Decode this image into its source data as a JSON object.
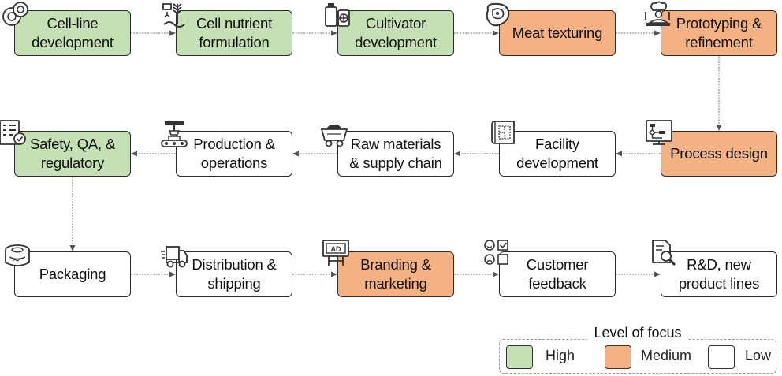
{
  "colors": {
    "high": "#c5e0b4",
    "medium": "#f4b183",
    "low": "#ffffff",
    "stroke": "#2b2b2b",
    "arrow": "#707070"
  },
  "steps": [
    {
      "id": "cell-line-development",
      "label": "Cell-line\ndevelopment",
      "focus": "high",
      "icon": "cells-icon"
    },
    {
      "id": "cell-nutrient-formulation",
      "label": "Cell nutrient\nformulation",
      "focus": "high",
      "icon": "plant-nutrient-icon"
    },
    {
      "id": "cultivator-development",
      "label": "Cultivator\ndevelopment",
      "focus": "high",
      "icon": "bioreactor-icon"
    },
    {
      "id": "meat-texturing",
      "label": "Meat texturing",
      "focus": "medium",
      "icon": "steak-icon"
    },
    {
      "id": "prototyping-refinement",
      "label": "Prototyping &\nrefinement",
      "focus": "medium",
      "icon": "chef-icon"
    },
    {
      "id": "process-design",
      "label": "Process design",
      "focus": "medium",
      "icon": "flowchart-board-icon"
    },
    {
      "id": "facility-development",
      "label": "Facility\ndevelopment",
      "focus": "low",
      "icon": "blueprint-icon"
    },
    {
      "id": "raw-materials-supply-chain",
      "label": "Raw materials\n& supply chain",
      "focus": "low",
      "icon": "mine-cart-icon"
    },
    {
      "id": "production-operations",
      "label": "Production &\noperations",
      "focus": "low",
      "icon": "robot-arm-conveyor-icon"
    },
    {
      "id": "safety-qa-regulatory",
      "label": "Safety, QA, &\nregulatory",
      "focus": "high",
      "icon": "checklist-icon"
    },
    {
      "id": "packaging",
      "label": "Packaging",
      "focus": "low",
      "icon": "packaging-roll-icon"
    },
    {
      "id": "distribution-shipping",
      "label": "Distribution &\nshipping",
      "focus": "low",
      "icon": "delivery-truck-icon"
    },
    {
      "id": "branding-marketing",
      "label": "Branding &\nmarketing",
      "focus": "medium",
      "icon": "billboard-ad-icon"
    },
    {
      "id": "customer-feedback",
      "label": "Customer\nfeedback",
      "focus": "low",
      "icon": "survey-faces-icon"
    },
    {
      "id": "rd-new-product-lines",
      "label": "R&D, new\nproduct lines",
      "focus": "low",
      "icon": "document-search-icon"
    }
  ],
  "icons": {
    "ad_text": "AD"
  },
  "legend": {
    "title": "Level of focus",
    "items": [
      {
        "key": "high",
        "label": "High"
      },
      {
        "key": "medium",
        "label": "Medium"
      },
      {
        "key": "low",
        "label": "Low"
      }
    ]
  }
}
